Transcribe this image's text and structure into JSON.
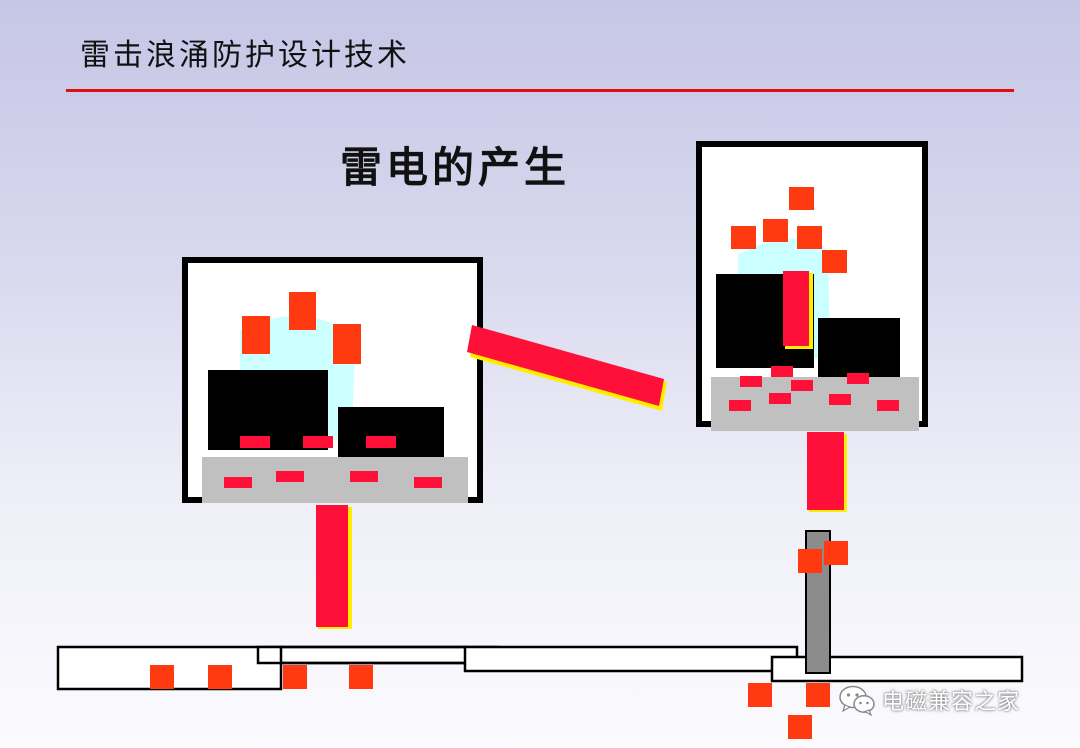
{
  "header": {
    "title": "雷击浪涌防护设计技术"
  },
  "slide": {
    "title": "雷电的产生"
  },
  "watermark": {
    "text": "电磁兼容之家",
    "icon": "wechat-icon"
  },
  "colors": {
    "rule": "#e01010",
    "charge": "#ff3a10",
    "bolt": "#ff1038",
    "bolt_edge": "#ffee00",
    "cloud_dark": "#000000",
    "glow": "#ccffff",
    "ground_band": "#c0c0c0",
    "frame": "#000000",
    "rod": "#8c8c8c"
  }
}
